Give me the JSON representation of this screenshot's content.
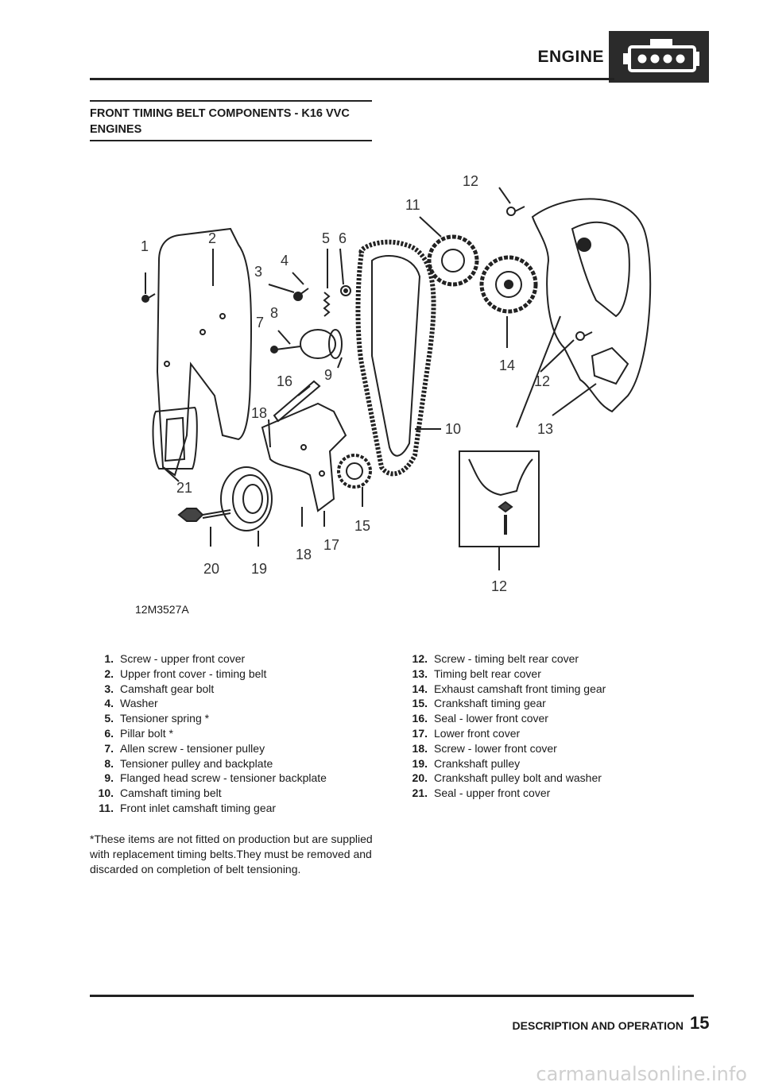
{
  "header": {
    "title": "ENGINE"
  },
  "section": {
    "title": "FRONT TIMING BELT COMPONENTS - K16 VVC ENGINES"
  },
  "figure": {
    "code": "12M3527A",
    "callouts": [
      "1",
      "2",
      "3",
      "4",
      "5",
      "6",
      "7",
      "8",
      "9",
      "10",
      "11",
      "12",
      "12",
      "12",
      "13",
      "14",
      "15",
      "16",
      "17",
      "18",
      "18",
      "19",
      "20",
      "21"
    ]
  },
  "legend": {
    "left": [
      {
        "num": "1.",
        "text": "Screw - upper front cover"
      },
      {
        "num": "2.",
        "text": "Upper front cover - timing belt"
      },
      {
        "num": "3.",
        "text": "Camshaft gear bolt"
      },
      {
        "num": "4.",
        "text": "Washer"
      },
      {
        "num": "5.",
        "text": "Tensioner spring *"
      },
      {
        "num": "6.",
        "text": "Pillar bolt *"
      },
      {
        "num": "7.",
        "text": "Allen screw - tensioner pulley"
      },
      {
        "num": "8.",
        "text": "Tensioner pulley and backplate"
      },
      {
        "num": "9.",
        "text": "Flanged head screw - tensioner backplate"
      },
      {
        "num": "10.",
        "text": "Camshaft timing belt"
      },
      {
        "num": "11.",
        "text": "Front inlet camshaft timing gear"
      }
    ],
    "right": [
      {
        "num": "12.",
        "text": "Screw - timing belt rear cover"
      },
      {
        "num": "13.",
        "text": "Timing belt rear cover"
      },
      {
        "num": "14.",
        "text": "Exhaust camshaft front timing gear"
      },
      {
        "num": "15.",
        "text": "Crankshaft timing gear"
      },
      {
        "num": "16.",
        "text": "Seal - lower front cover"
      },
      {
        "num": "17.",
        "text": "Lower front cover"
      },
      {
        "num": "18.",
        "text": "Screw - lower front cover"
      },
      {
        "num": "19.",
        "text": "Crankshaft pulley"
      },
      {
        "num": "20.",
        "text": "Crankshaft pulley bolt and washer"
      },
      {
        "num": "21.",
        "text": "Seal - upper front cover"
      }
    ]
  },
  "footnote": "*These items are not fitted on production but are supplied with replacement timing belts.They must be removed and discarded on completion of belt tensioning.",
  "footer": {
    "section": "DESCRIPTION AND OPERATION",
    "page": "15"
  },
  "watermark": "carmanualsonline.info",
  "icons": {
    "badge": "engine-icon"
  }
}
